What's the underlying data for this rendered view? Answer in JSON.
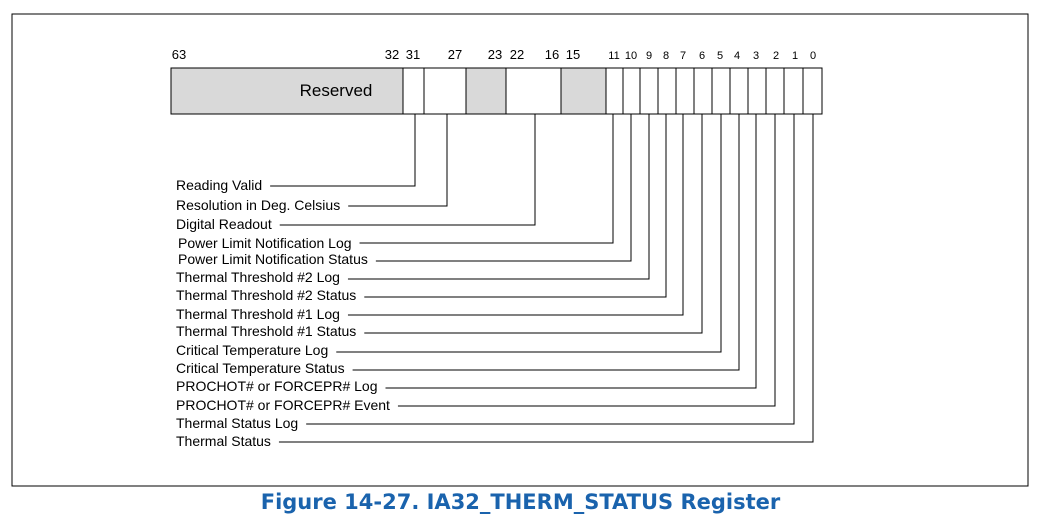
{
  "register": {
    "bit_labels": [
      "63",
      "32",
      "31",
      "27",
      "23",
      "22",
      "16",
      "15",
      "11",
      "10",
      "9",
      "8",
      "7",
      "6",
      "5",
      "4",
      "3",
      "2",
      "1",
      "0"
    ],
    "reserved_label": "Reserved"
  },
  "fields": [
    {
      "name": "Reading Valid",
      "bit": "31"
    },
    {
      "name": "Resolution in Deg. Celsius",
      "bit": "30:27"
    },
    {
      "name": "Digital Readout",
      "bit": "22:16"
    },
    {
      "name": "Power Limit Notification Log",
      "bit": "11"
    },
    {
      "name": "Power Limit Notification Status",
      "bit": "10"
    },
    {
      "name": "Thermal Threshold #2 Log",
      "bit": "9"
    },
    {
      "name": "Thermal Threshold #2 Status",
      "bit": "8"
    },
    {
      "name": "Thermal Threshold #1 Log",
      "bit": "7"
    },
    {
      "name": "Thermal Threshold #1 Status",
      "bit": "6"
    },
    {
      "name": "Critical Temperature Log",
      "bit": "5"
    },
    {
      "name": "Critical Temperature Status",
      "bit": "4"
    },
    {
      "name": "PROCHOT# or FORCEPR# Log",
      "bit": "3"
    },
    {
      "name": "PROCHOT# or FORCEPR# Event",
      "bit": "2"
    },
    {
      "name": "Thermal Status Log",
      "bit": "1"
    },
    {
      "name": "Thermal Status",
      "bit": "0"
    }
  ],
  "caption": "Figure 14-27.  IA32_THERM_STATUS Register",
  "colors": {
    "reserved_fill": "#d9d9d9",
    "caption": "#1a63ad",
    "line": "#000000"
  }
}
